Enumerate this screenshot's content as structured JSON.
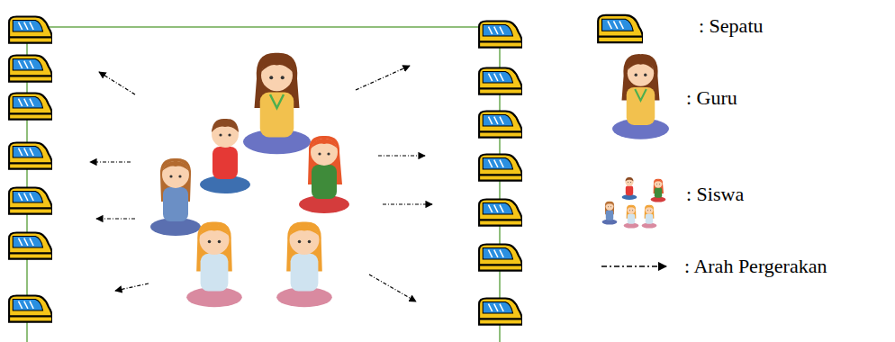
{
  "diagram": {
    "legend": [
      {
        "text": ": Sepatu"
      },
      {
        "text": ": Guru"
      },
      {
        "text": ": Siswa"
      },
      {
        "text": ": Arah Pergerakan"
      }
    ]
  }
}
